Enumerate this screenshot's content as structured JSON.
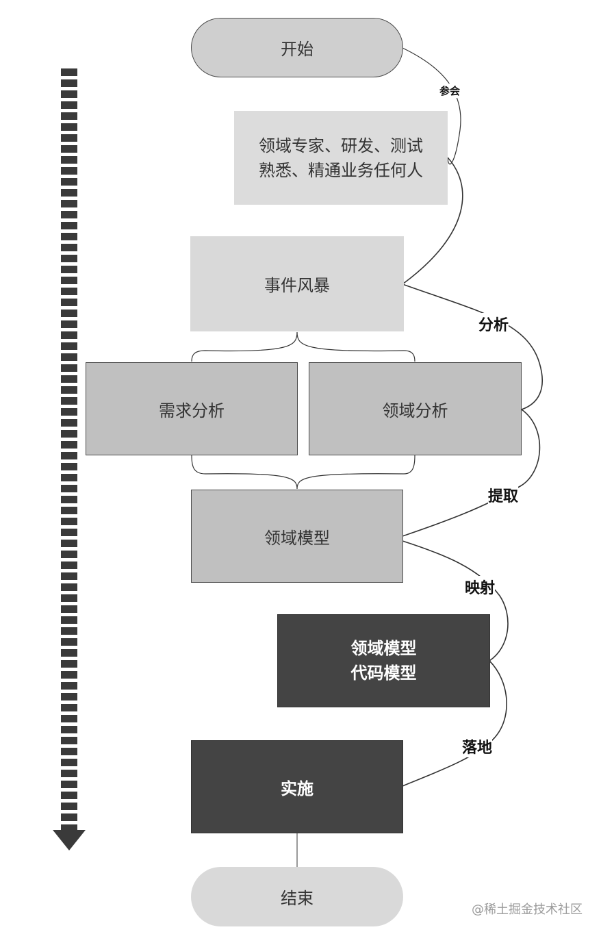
{
  "nodes": {
    "start": "开始",
    "participants_line1": "领域专家、研发、测试",
    "participants_line2": "熟悉、精通业务任何人",
    "event_storming": "事件风暴",
    "requirement_analysis": "需求分析",
    "domain_analysis": "领域分析",
    "domain_model": "领域模型",
    "code_model_line1": "领域模型",
    "code_model_line2": "代码模型",
    "implementation": "实施",
    "end": "结束"
  },
  "edge_labels": {
    "attend": "参会",
    "analyze": "分析",
    "extract": "提取",
    "map": "映射",
    "land": "落地"
  },
  "watermark": "@稀土掘金技术社区",
  "colors": {
    "light_fill": "#d9d9d9",
    "mid_fill": "#c0c0c0",
    "dark_fill": "#444444",
    "line": "#333333"
  }
}
